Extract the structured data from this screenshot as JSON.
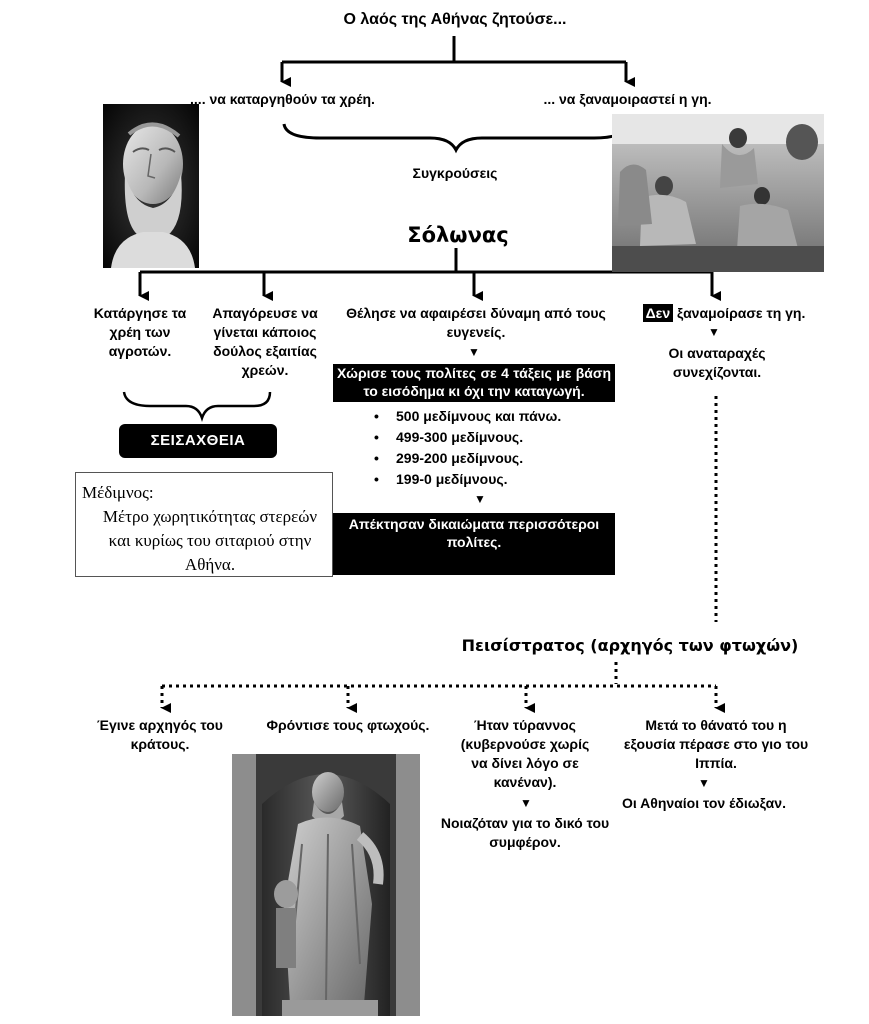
{
  "root_title": "Ο λαός της Αθήνας ζητούσε...",
  "demand_left": ".... να καταργηθούν τα χρέη.",
  "demand_right": "... να ξαναμοιραστεί η γη.",
  "conflicts": "Συγκρούσεις",
  "solon": "Σόλωνας",
  "solon_actions": {
    "debts": "Κατάργησε τα χρέη των αγροτών.",
    "slavery": "Απαγόρευσε να γίνεται κάποιος δούλος εξαιτίας χρεών.",
    "power": "Θέλησε να αφαιρέσει δύναμη από τους ευγενείς.",
    "land_neg": "Δεν",
    "land_rest": "ξαναμοίρασε τη γη.",
    "unrest": "Οι αναταραχές συνεχίζονται."
  },
  "seisachtheia": "ΣΕΙΣΑΧΘΕΙΑ",
  "classes_box": "Χώρισε τους πολίτες σε 4 τάξεις με βάση το εισόδημα κι όχι την καταγωγή.",
  "classes": [
    "500 μεδίμνους και πάνω.",
    "499-300 μεδίμνους.",
    "299-200 μεδίμνους.",
    "199-0 μεδίμνους."
  ],
  "rights_box": "Απέκτησαν δικαιώματα περισσότεροι πολίτες.",
  "definition": {
    "term": "Μέδιμνος:",
    "text": "Μέτρο χωρητικότητας στερεών και κυρίως του σιταριού στην Αθήνα."
  },
  "peisistratos": "Πεισίστρατος (αρχηγός των φτωχών)",
  "peisistratos_items": {
    "leader": "Έγινε αρχηγός του κράτους.",
    "poor": "Φρόντισε τους φτωχούς.",
    "tyrant": "Ήταν τύραννος (κυβερνούσε χωρίς να δίνει λόγο σε κανέναν).",
    "self_interest": "Νοιαζόταν για το δικό του συμφέρον.",
    "succession": "Μετά το θάνατό του η εξουσία πέρασε στο γιο του Ιππία.",
    "expelled": "Οι Αθηναίοι τον έδιωξαν."
  },
  "arrow_glyph": "▼",
  "colors": {
    "ink": "#000000",
    "box_fill": "#000000",
    "box_text": "#ffffff"
  }
}
